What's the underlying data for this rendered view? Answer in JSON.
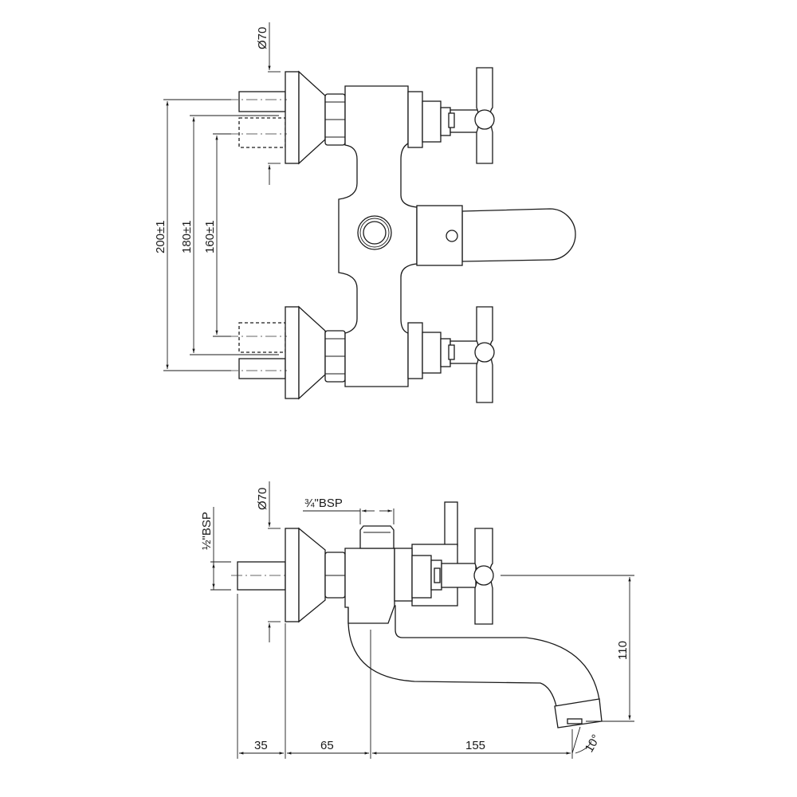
{
  "top_view": {
    "flange_diameter_label": "Ø70",
    "dimensions": {
      "outer_centres": "200±1",
      "mid_centres": "180±1",
      "inner_centres": "160±1"
    }
  },
  "side_view": {
    "flange_diameter_label": "Ø70",
    "inlet_thread_label": "½\"BSP",
    "shower_outlet_label": "¾\"BSP",
    "spout_height": "110",
    "pipe_length": "35",
    "body_offset": "65",
    "spout_projection": "155",
    "spout_angle": "10°"
  }
}
